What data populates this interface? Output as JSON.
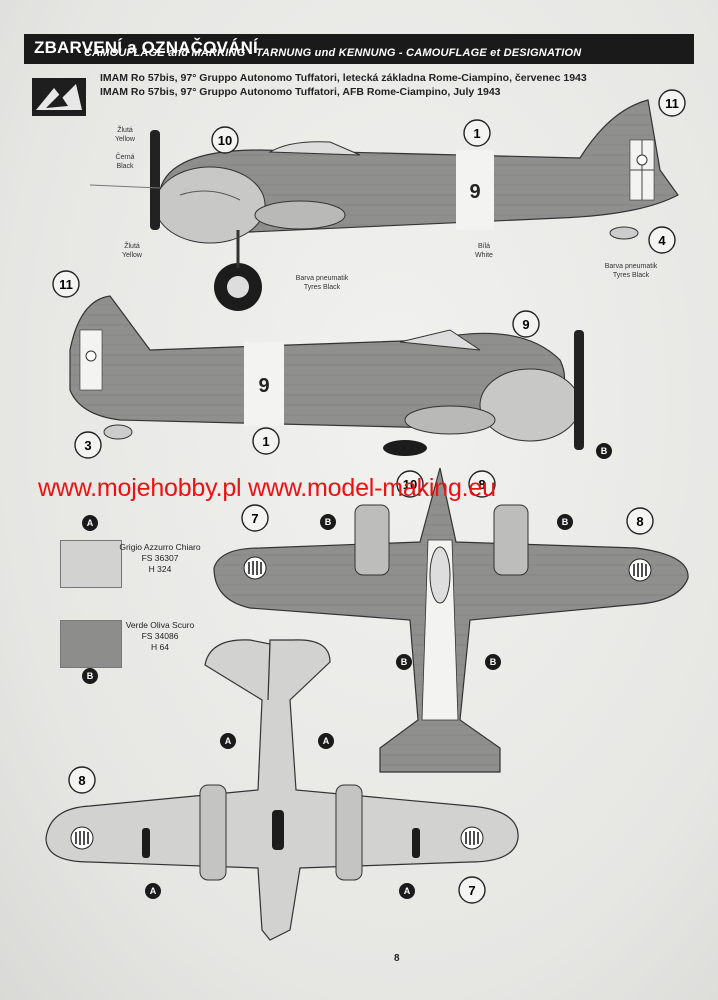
{
  "header": {
    "title": "ZBARVENÍ a OZNAČOVÁNÍ",
    "subtitle": "CAMOUFLAGE and MARKING - TARNUNG und KENNUNG - CAMOUFLAGE et DESIGNATION"
  },
  "caption": {
    "line_cz": "IMAM Ro 57bis, 97° Gruppo Autonomo Tuffatori, letecká základna Rome-Ciampino, červenec 1943",
    "line_en": "IMAM Ro 57bis, 97° Gruppo Autonomo Tuffatori, AFB Rome-Ciampino, July 1943"
  },
  "labels": {
    "yellow_cz": "Žlutá",
    "yellow_en": "Yellow",
    "black_cz": "Černá",
    "black_en": "Black",
    "white_cz": "Bílá",
    "white_en": "White",
    "tyres_cz": "Barva pneumatik",
    "tyres_en": "Tyres Black",
    "fuselage_code": "9"
  },
  "callouts": {
    "c1": "1",
    "c3": "3",
    "c4": "4",
    "c7": "7",
    "c8": "8",
    "c9": "9",
    "c10": "10",
    "c11": "11",
    "lA": "A",
    "lB": "B"
  },
  "colors": {
    "A": {
      "name": "Grigio Azzurro Chiaro",
      "fs": "FS 36307",
      "h": "H 324",
      "hex": "#d2d2d0"
    },
    "B": {
      "name": "Verde Oliva Scuro",
      "fs": "FS 34086",
      "h": "H 64",
      "hex": "#8d8d8b"
    }
  },
  "watermark": "www.mojehobby.pl www.model-making.eu",
  "page_number": "8"
}
